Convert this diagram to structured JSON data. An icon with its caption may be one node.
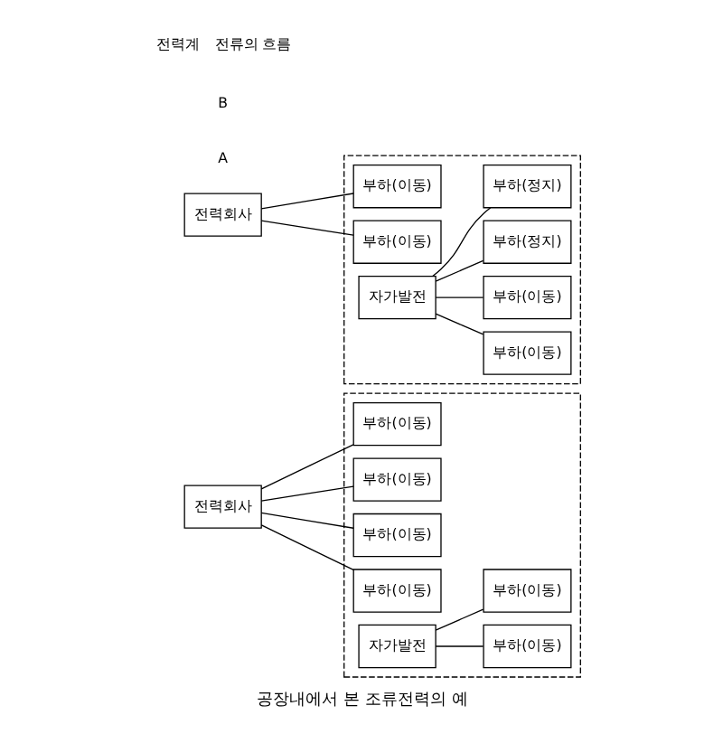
{
  "diagram": {
    "caption": "공장내에서 본 조류전력의 예",
    "nodes": [
      {
        "text": [
          "전력회사"
        ]
      },
      {
        "text": [],
        "shape": "box"
      },
      {
        "text": [
          "부하(이동)"
        ],
        "in": 1
      },
      {
        "text": [
          "부하(이동)"
        ],
        "in": 1
      },
      {
        "text": [
          "부하(이동)"
        ],
        "in": 1
      },
      {
        "text": [
          "부하(이동)"
        ],
        "in": 1
      },
      {
        "text": [
          "부하(이동)"
        ],
        "in": 1
      },
      {
        "text": [
          "부하(이동)"
        ],
        "in": 1
      },
      {
        "text": [
          "자가발전"
        ],
        "in": 1
      },
      {
        "text": [
          "전력회사"
        ]
      },
      {
        "text": [],
        "shape": "box"
      },
      {
        "text": [
          "부하(이동)"
        ],
        "in": 10
      },
      {
        "text": [
          "부하(이동)"
        ],
        "in": 10
      },
      {
        "text": [
          "부하(이동)"
        ],
        "in": 10
      },
      {
        "text": [
          "부하(이동)"
        ],
        "in": 10
      },
      {
        "text": [
          "부하(정지)"
        ],
        "in": 10
      },
      {
        "text": [
          "부하(정지)"
        ],
        "in": 10
      },
      {
        "text": [
          "자가발전"
        ],
        "in": 10
      }
    ],
    "edges": [
      {
        "from": 0,
        "to": 2,
        "arrow": "none"
      },
      {
        "from": 0,
        "to": 3,
        "arrow": "none"
      },
      {
        "from": 0,
        "to": 4,
        "arrow": "none"
      },
      {
        "from": 0,
        "to": 5,
        "arrow": "none"
      },
      {
        "from": 8,
        "to": 6,
        "arrow": "none"
      },
      {
        "from": 8,
        "to": 7,
        "arrow": "none"
      },
      {
        "from": 9,
        "to": 11,
        "arrow": "none"
      },
      {
        "from": 9,
        "to": 12,
        "arrow": "none"
      },
      {
        "from": 17,
        "to": 13,
        "arrow": "none"
      },
      {
        "from": 17,
        "to": 14,
        "arrow": "none"
      },
      {
        "from": 17,
        "to": 15,
        "arrow": "none"
      },
      {
        "from": 17,
        "to": 16,
        "arrow": "none"
      }
    ],
    "labels": [
      "A",
      "B"
    ],
    "legend": [
      {
        "text": "전력계"
      },
      {
        "text": "전류의 흐름"
      }
    ]
  }
}
